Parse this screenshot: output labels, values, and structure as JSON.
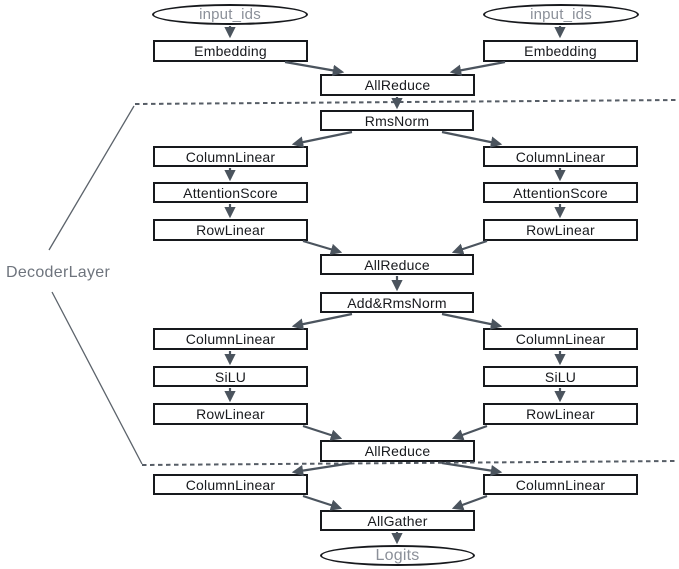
{
  "nodes": {
    "input_ids": "input_ids",
    "embedding": "Embedding",
    "all_reduce": "AllReduce",
    "rms_norm": "RmsNorm",
    "column_linear": "ColumnLinear",
    "attention_score": "AttentionScore",
    "row_linear": "RowLinear",
    "add_rms_norm": "Add&RmsNorm",
    "silu": "SiLU",
    "all_gather": "AllGather",
    "logits": "Logits"
  },
  "labels": {
    "decoder_layer": "DecoderLayer"
  },
  "colors": {
    "background": "#ffffff",
    "box_border": "#17191d",
    "box_text": "#17191d",
    "muted_text": "#8b9099",
    "annotation_text": "#6e747d",
    "arrow": "#4b545e",
    "dotted_line": "#565d66"
  }
}
